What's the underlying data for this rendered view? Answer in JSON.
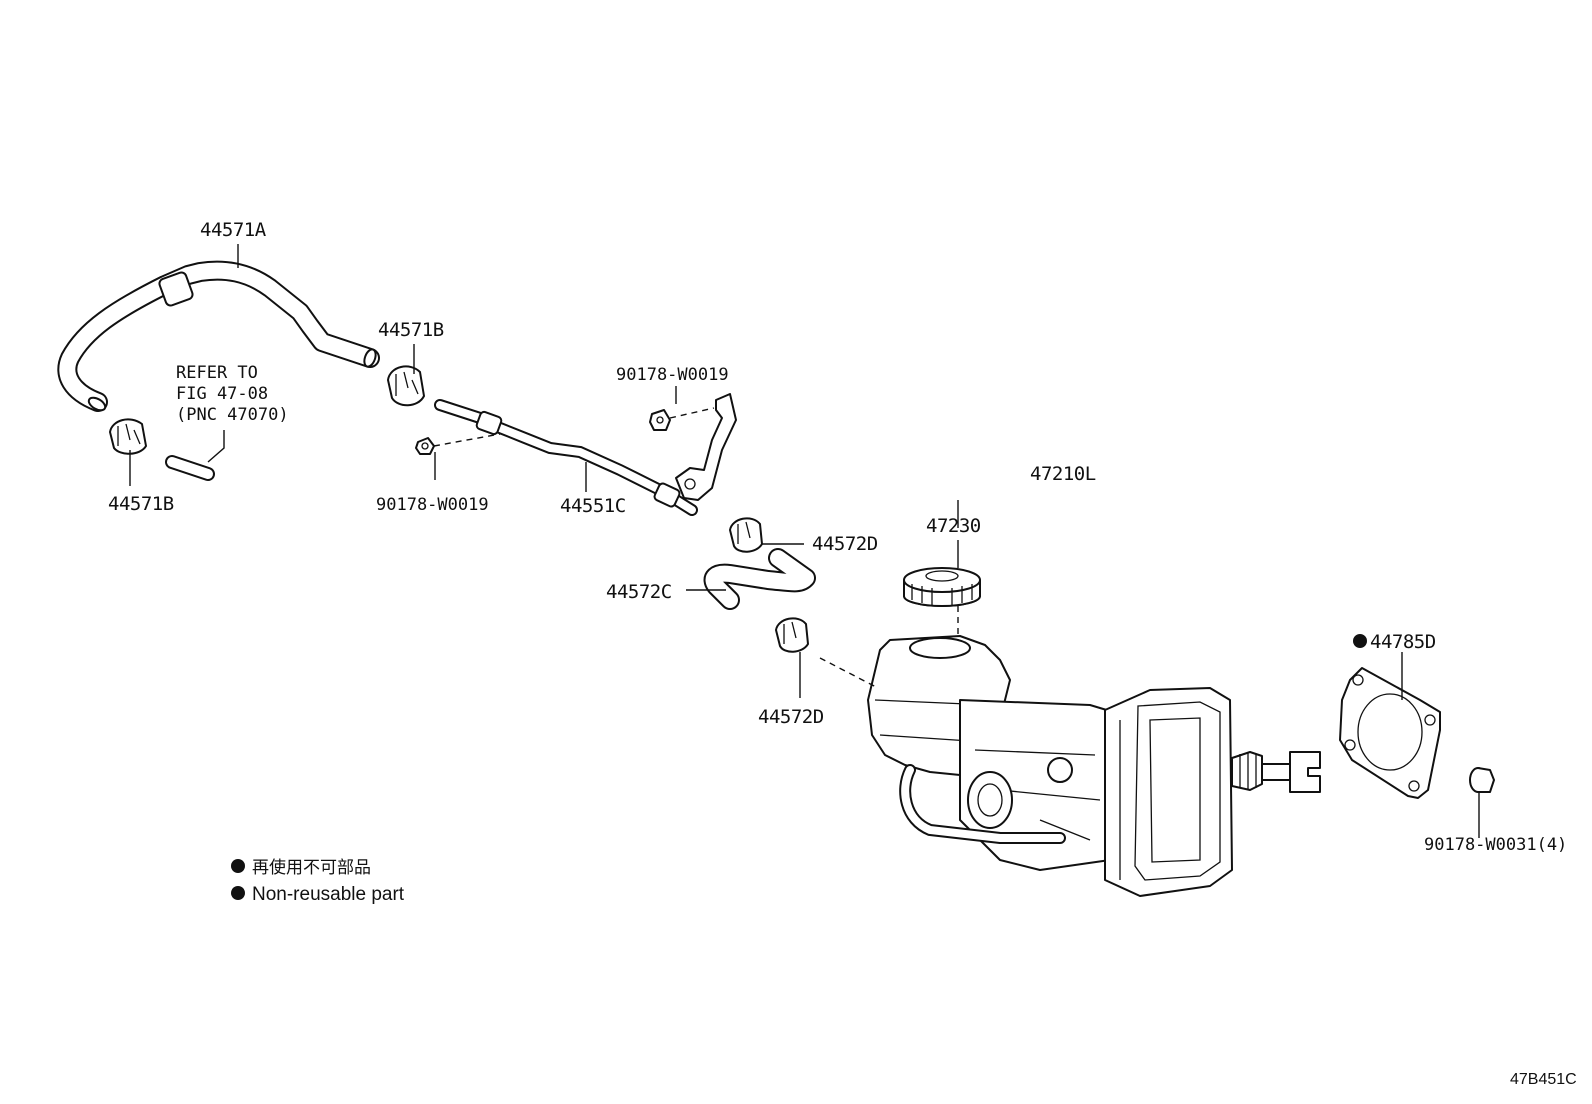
{
  "labels": {
    "hose_44571a": "44571A",
    "clamp_44571b_top": "44571B",
    "clamp_44571b_bottom": "44571B",
    "bolt_90178_w0019_top": "90178-W0019",
    "bolt_90178_w0019_bottom": "90178-W0019",
    "pipe_44551c": "44551C",
    "clamp_44572d_top": "44572D",
    "clamp_44572d_bottom": "44572D",
    "hose_44572c": "44572C",
    "assembly_47210l": "47210L",
    "cap_47230": "47230",
    "gasket_44785d": "44785D",
    "nut_90178_w0031": "90178-W0031(4)"
  },
  "refer_note": {
    "line1": "REFER TO",
    "line2": "FIG 47-08",
    "line3": "(PNC 47070)"
  },
  "legend": {
    "japanese": "再使用不可部品",
    "english": "Non-reusable part"
  },
  "figure_code": "47B451C"
}
